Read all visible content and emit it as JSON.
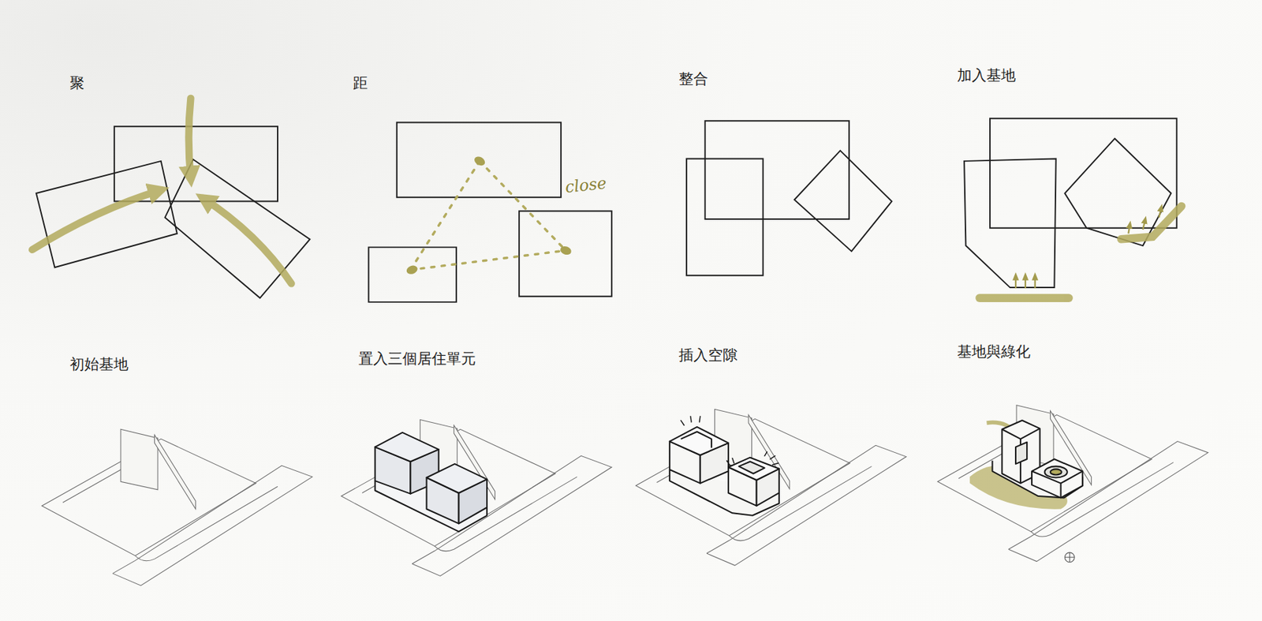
{
  "diagram": {
    "labels": [
      "聚",
      "距",
      "close",
      "整合",
      "加入基地",
      "初始基地",
      "置入三個居住單元",
      "插入空隙",
      "基地與綠化"
    ]
  }
}
